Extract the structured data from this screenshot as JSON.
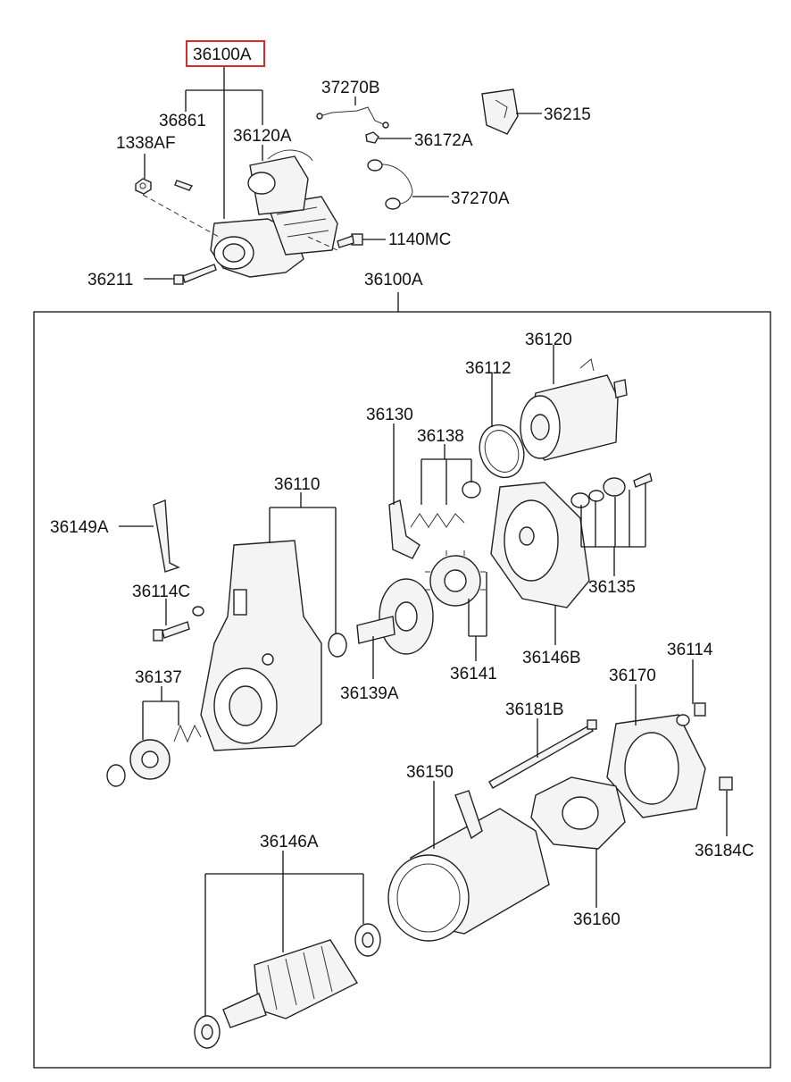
{
  "highlight_color": "#d92b2b",
  "top_assembly": {
    "highlighted_label": "36100A",
    "labels": {
      "p37270B": "37270B",
      "p36215": "36215",
      "p36861": "36861",
      "p1338AF": "1338AF",
      "p36120A": "36120A",
      "p36172A": "36172A",
      "p37270A": "37270A",
      "p1140MC": "1140MC",
      "p36211": "36211"
    }
  },
  "exploded_view": {
    "title_label": "36100A",
    "labels": {
      "p36120": "36120",
      "p36112": "36112",
      "p36130": "36130",
      "p36138": "36138",
      "p36110": "36110",
      "p36149A": "36149A",
      "p36114C": "36114C",
      "p36135": "36135",
      "p36146B": "36146B",
      "p36141": "36141",
      "p36139A": "36139A",
      "p36137": "36137",
      "p36114": "36114",
      "p36170": "36170",
      "p36181B": "36181B",
      "p36150": "36150",
      "p36184C": "36184C",
      "p36146A": "36146A",
      "p36160": "36160"
    }
  }
}
